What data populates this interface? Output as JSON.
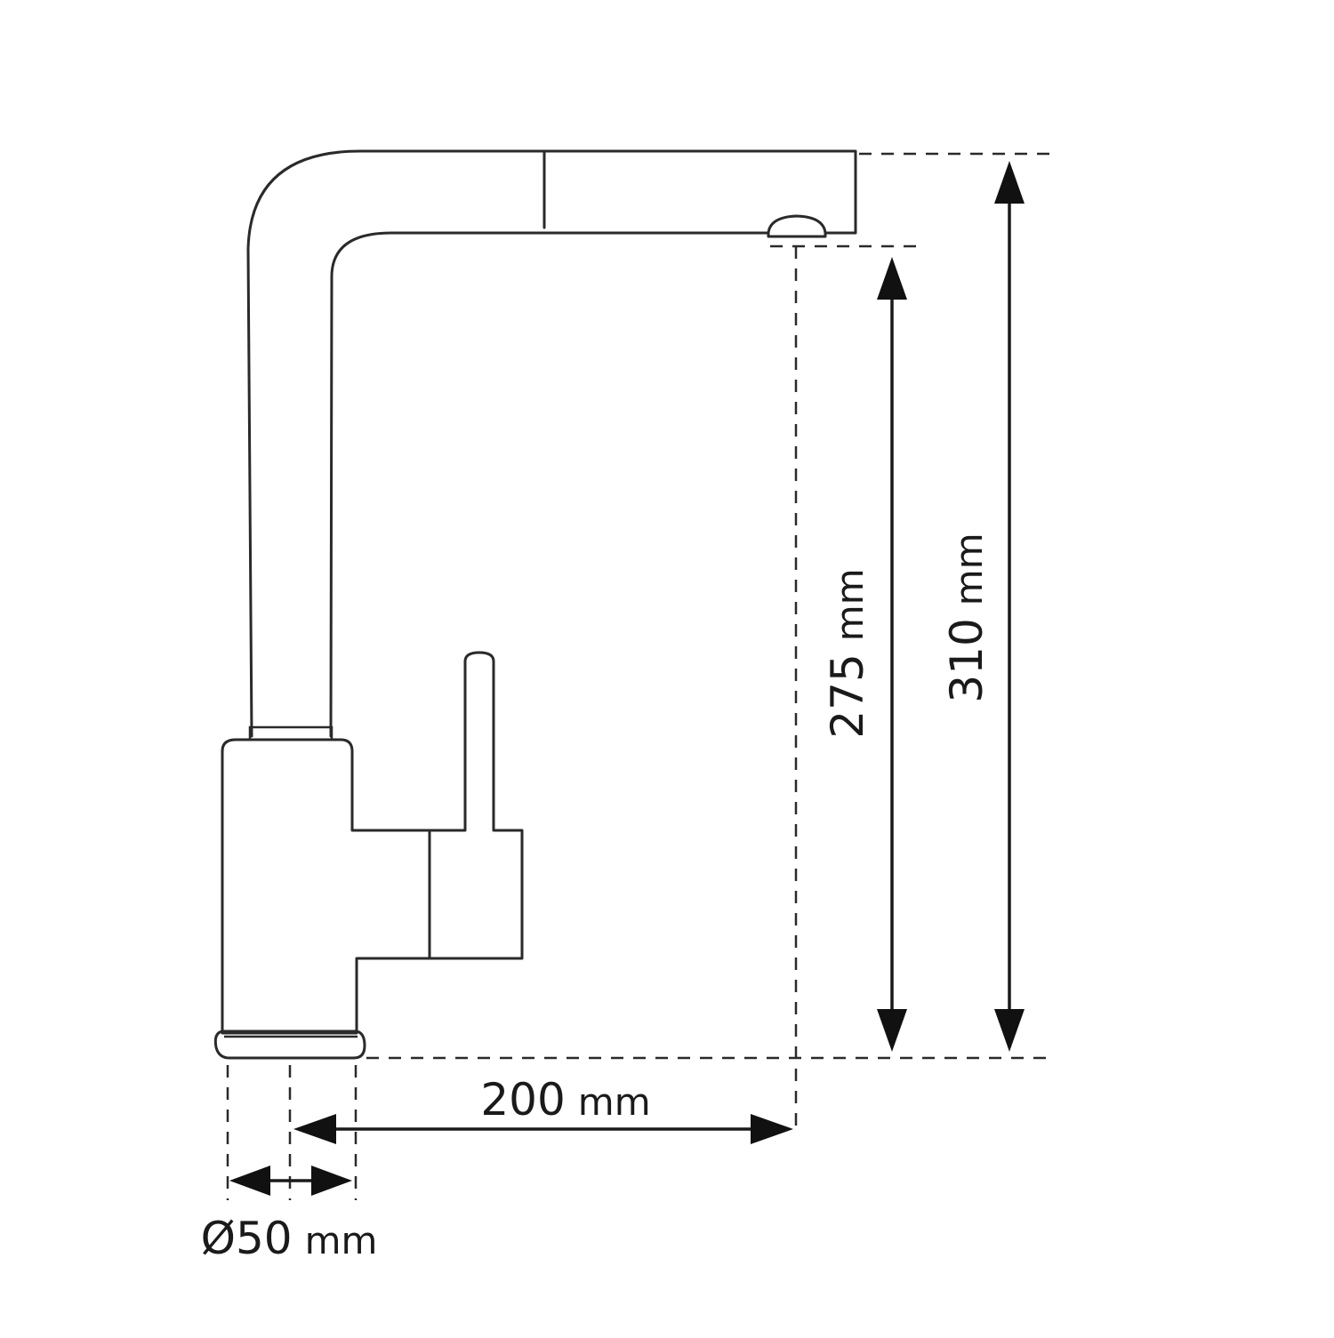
{
  "dimensions": {
    "total_height": {
      "value": "310",
      "unit": "mm"
    },
    "spout_height": {
      "value": "275",
      "unit": "mm"
    },
    "spout_reach": {
      "value": "200",
      "unit": "mm"
    },
    "base_diameter": {
      "value": "Ø50",
      "unit": "mm"
    }
  },
  "colors": {
    "line": "#2a2a2a",
    "background": "#ffffff"
  }
}
